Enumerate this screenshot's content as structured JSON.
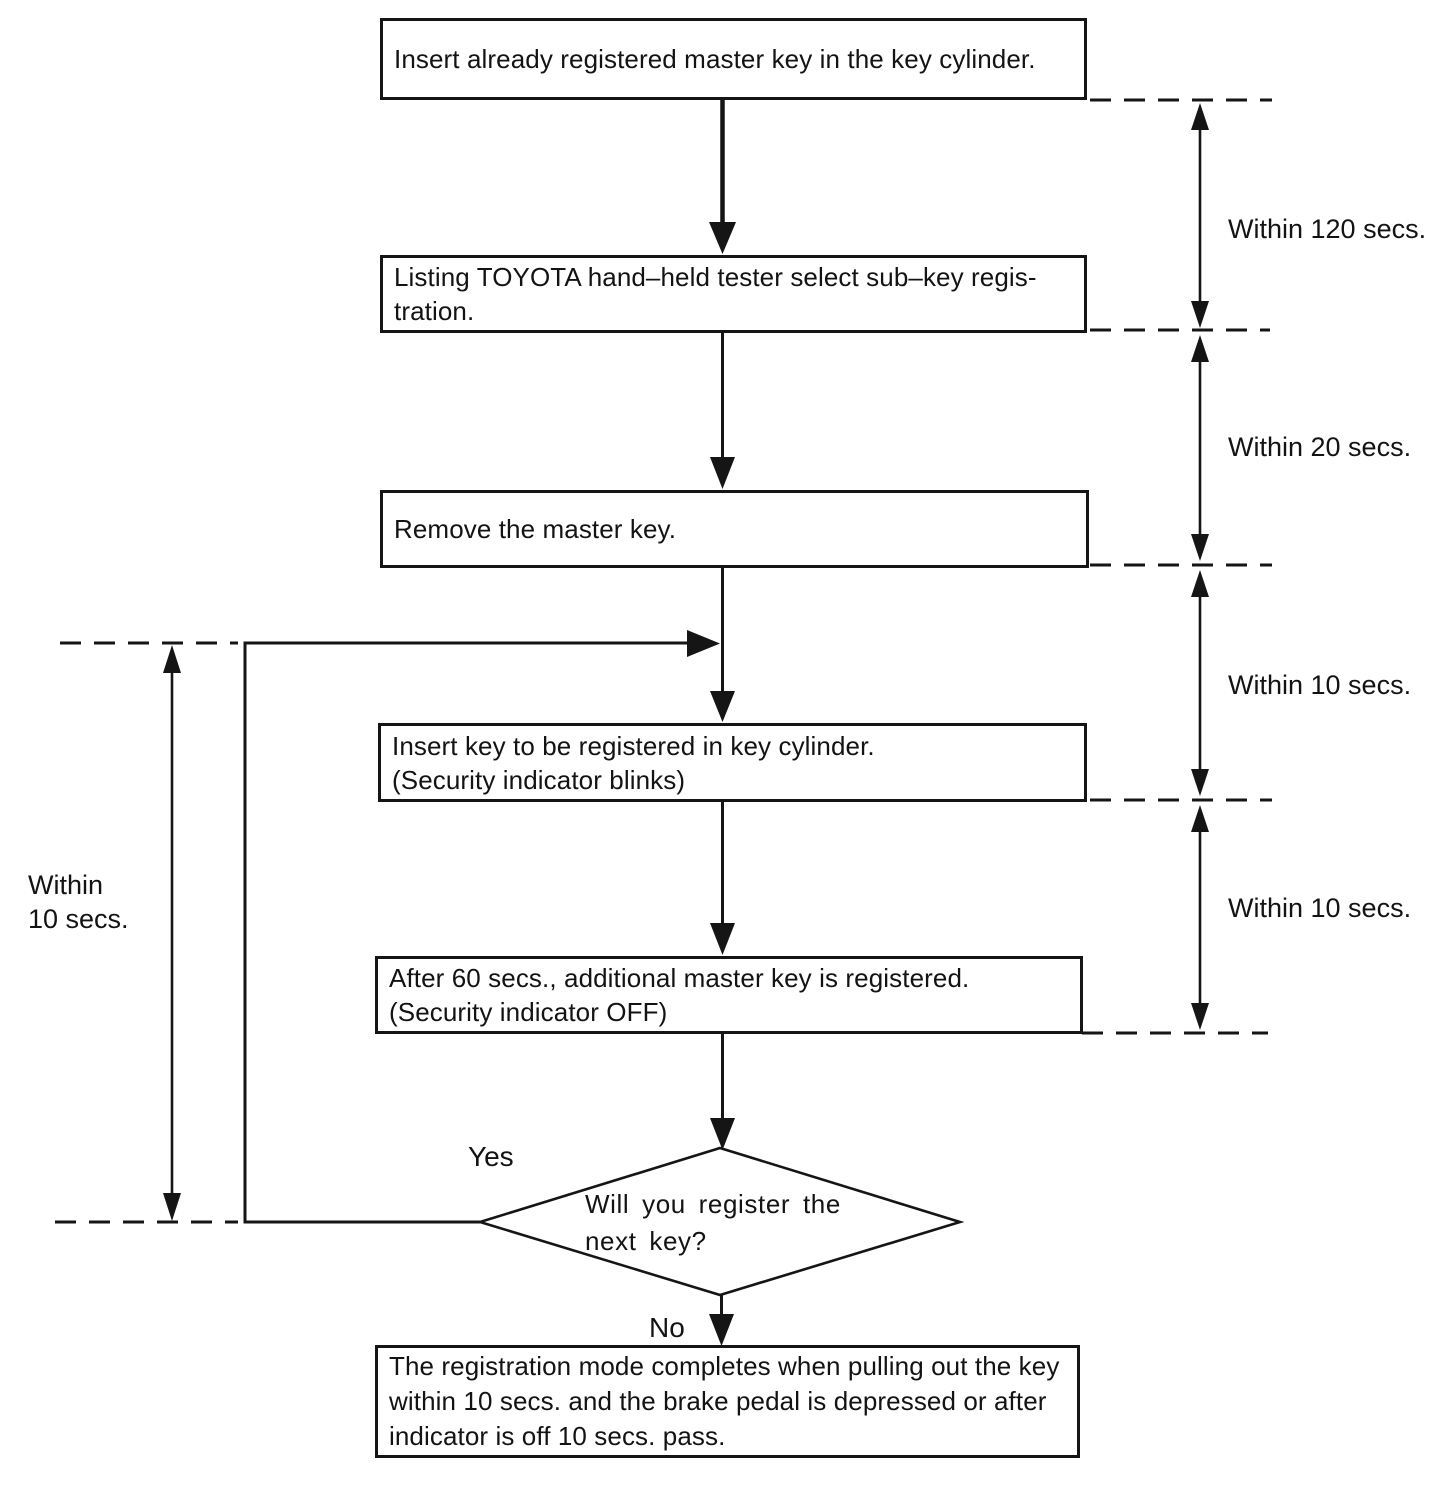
{
  "diagram": {
    "title_hint": "Key registration flowchart",
    "boxes": [
      {
        "text": "Insert already registered master key in the key cylinder."
      },
      {
        "text": "Listing TOYOTA hand–held tester select sub–key regis-\ntration."
      },
      {
        "text": "Remove the master key."
      },
      {
        "text": "Insert key to be registered in key cylinder.\n(Security indicator blinks)"
      },
      {
        "text": "After 60 secs., additional master key is registered.\n(Security indicator OFF)"
      },
      {
        "text": "The registration mode completes when pulling out the key\nwithin 10 secs. and the brake pedal is depressed or after\nindicator is off 10 secs. pass."
      }
    ],
    "decision": {
      "text": "Will you register the\nnext key?"
    },
    "branch_labels": {
      "yes": "Yes",
      "no": "No"
    },
    "timing_labels": {
      "right": [
        "Within 120 secs.",
        "Within 20 secs.",
        "Within 10 secs.",
        "Within 10 secs."
      ],
      "left": "Within\n10 secs."
    },
    "colors": {
      "ink": "#151515",
      "background": "#ffffff"
    }
  }
}
